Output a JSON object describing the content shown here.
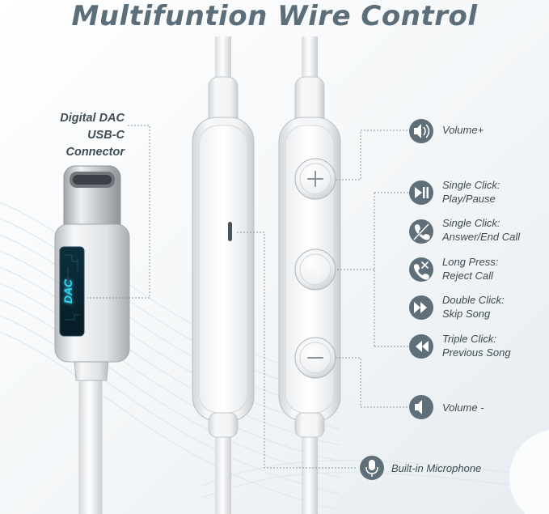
{
  "title": "Multifuntion Wire Control",
  "connector": {
    "line1": "Digital DAC",
    "line2": "USB-C Connector",
    "chip_label": "DAC"
  },
  "features": [
    {
      "icon": "speaker-icon",
      "line1": "Volume+",
      "line2": ""
    },
    {
      "icon": "play-pause-icon",
      "line1": "Single Click:",
      "line2": "Play/Pause"
    },
    {
      "icon": "phone-icon",
      "line1": "Single Click:",
      "line2": "Answer/End Call"
    },
    {
      "icon": "reject-call-icon",
      "line1": "Long Press:",
      "line2": "Reject Call"
    },
    {
      "icon": "fast-forward-icon",
      "line1": "Double Click:",
      "line2": "Skip Song"
    },
    {
      "icon": "rewind-icon",
      "line1": "Triple Click:",
      "line2": "Previous Song"
    },
    {
      "icon": "speaker-icon",
      "line1": "Volume -",
      "line2": ""
    },
    {
      "icon": "microphone-icon",
      "line1": "Built-in Microphone",
      "line2": ""
    }
  ],
  "colors": {
    "title": "#5b6e7a",
    "icon_circle": "#5f6f79",
    "dotted_line": "#8d959b",
    "dac_glow": "#39d2f0"
  }
}
